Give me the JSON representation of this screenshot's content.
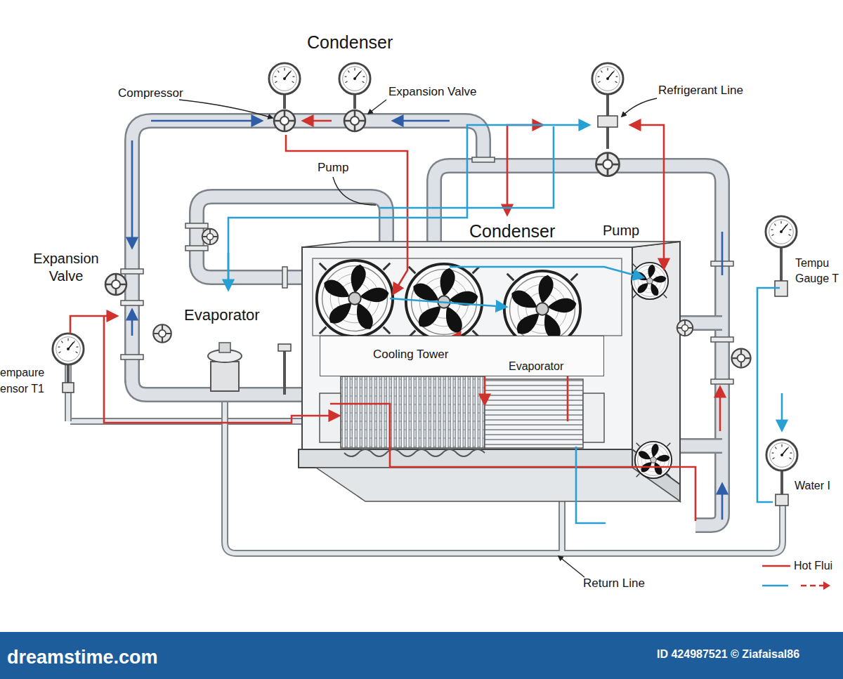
{
  "diagram": {
    "title": "Condenser",
    "nodes": [
      {
        "text": [
          "Condenser"
        ]
      },
      {
        "text": [
          "Cooling Tower",
          "Evaporator"
        ],
        "in": 0
      }
    ],
    "labels": [
      "Compressor",
      "Expansion Valve",
      "Refrigerant Line",
      "Pump",
      "Pump",
      "Expansion Valve",
      "Evaporator",
      "empaure ensor T1",
      "Tempu Gauge T",
      "Water I",
      "Return Line",
      "dreamstime.com",
      "ID 424987521 © Ziafaisal86"
    ],
    "legend": [
      {
        "text": "Hot Flui"
      }
    ]
  }
}
